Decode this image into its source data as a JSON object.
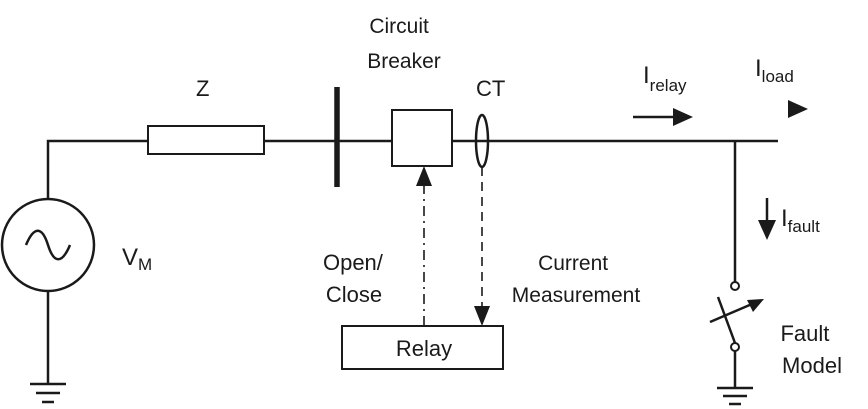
{
  "labels": {
    "impedance": "Z",
    "circuit_breaker": [
      "Circuit",
      "Breaker"
    ],
    "ct": "CT",
    "source_voltage": {
      "main": "V",
      "sub": "M"
    },
    "relay_current": {
      "main": "I",
      "sub": "relay"
    },
    "load_current": {
      "main": "I",
      "sub": "load"
    },
    "fault_current": {
      "main": "I",
      "sub": "fault"
    },
    "open_close": [
      "Open/",
      "Close"
    ],
    "current_measurement": [
      "Current",
      "Measurement"
    ],
    "relay": "Relay",
    "fault_model": [
      "Fault",
      "Model"
    ]
  }
}
